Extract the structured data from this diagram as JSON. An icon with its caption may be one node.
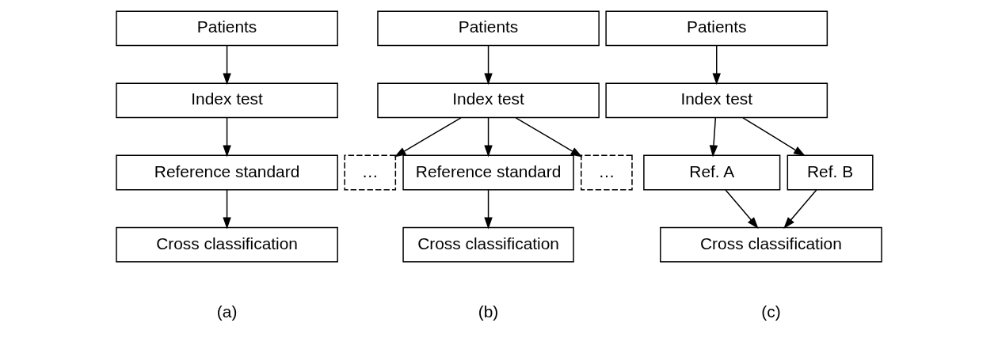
{
  "diagram": {
    "nodes": [
      {
        "text": [
          "Patients"
        ]
      },
      {
        "text": [
          "Index test"
        ]
      },
      {
        "text": [
          "Reference standard"
        ]
      },
      {
        "text": [
          "Cross classification"
        ]
      },
      {
        "text": [
          "Patients"
        ]
      },
      {
        "text": [
          "Index test"
        ]
      },
      {
        "text": [
          "…"
        ]
      },
      {
        "text": [
          "Reference standard"
        ]
      },
      {
        "text": [
          "…"
        ]
      },
      {
        "text": [
          "Cross classification"
        ]
      },
      {
        "text": [
          "Patients"
        ]
      },
      {
        "text": [
          "Index test"
        ]
      },
      {
        "text": [
          "Ref. A"
        ]
      },
      {
        "text": [
          "Ref. B"
        ]
      },
      {
        "text": [
          "Cross classification"
        ]
      }
    ],
    "edges": [
      {
        "from": 0,
        "to": 1,
        "arrow": "to"
      },
      {
        "from": 1,
        "to": 2,
        "arrow": "to"
      },
      {
        "from": 2,
        "to": 3,
        "arrow": "to"
      },
      {
        "from": 4,
        "to": 5,
        "arrow": "to"
      },
      {
        "from": 5,
        "to": 6,
        "arrow": "to"
      },
      {
        "from": 5,
        "to": 7,
        "arrow": "to"
      },
      {
        "from": 5,
        "to": 8,
        "arrow": "to"
      },
      {
        "from": 7,
        "to": 9,
        "arrow": "to"
      },
      {
        "from": 10,
        "to": 11,
        "arrow": "to"
      },
      {
        "from": 11,
        "to": 12,
        "arrow": "to"
      },
      {
        "from": 11,
        "to": 13,
        "arrow": "to"
      },
      {
        "from": 12,
        "to": 14,
        "arrow": "to"
      },
      {
        "from": 13,
        "to": 14,
        "arrow": "to"
      }
    ],
    "labels": [
      "(a)",
      "(b)",
      "(c)"
    ]
  }
}
